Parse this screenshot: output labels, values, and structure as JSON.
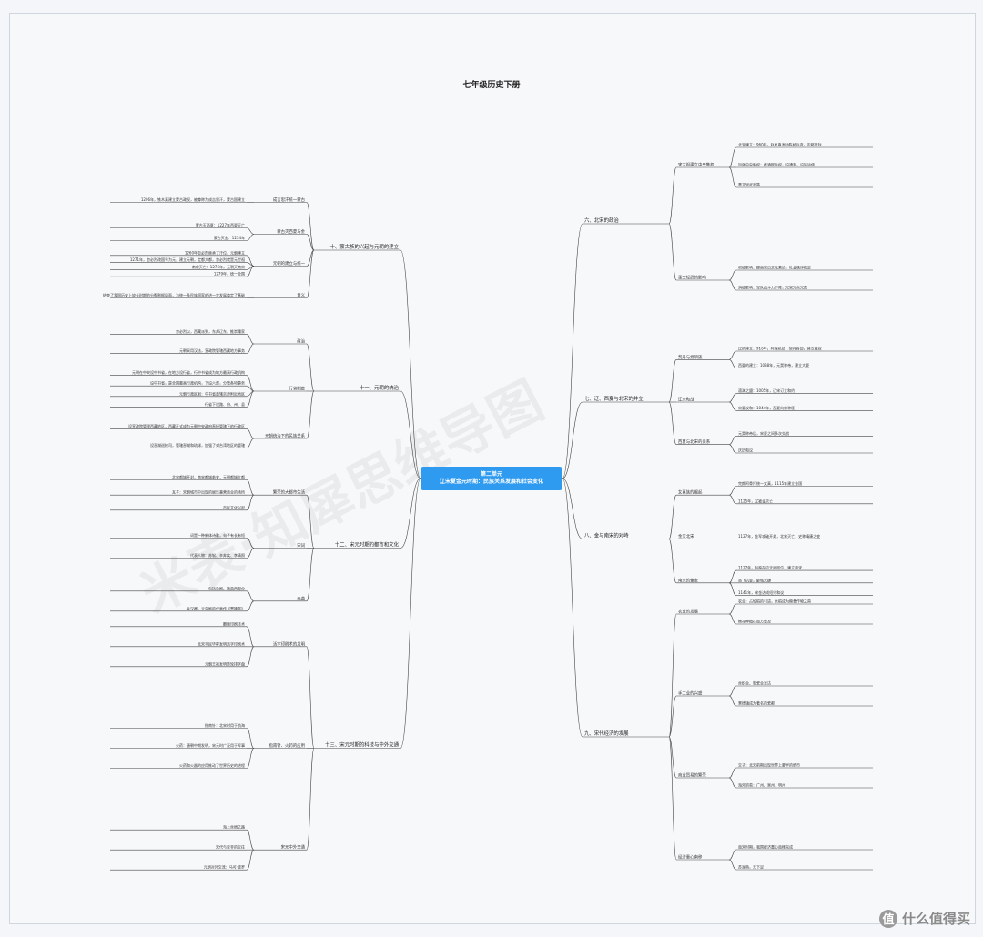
{
  "title": "七年级历史下册",
  "root": {
    "line1": "第二单元",
    "line2": "辽宋夏金元时期：民族关系发展和社会变化"
  },
  "watermark": "米表·知犀思维导图",
  "brand": {
    "logo": "值",
    "text": "什么值得买"
  },
  "left_sections": [
    {
      "label": "十、蒙古族的兴起与元朝的建立",
      "subs": [
        {
          "label": "成吉思汗统一蒙古",
          "items": [
            "1206年，铁木真建立蒙古政权，被尊称为成吉思汗，蒙古国建立"
          ]
        },
        {
          "label": "蒙古灭西夏与金",
          "items": [
            "蒙古灭西夏：1227年西夏灭亡",
            "蒙古灭金：1234年"
          ]
        },
        {
          "label": "元朝的建立与统一",
          "items": [
            "1260年忽必烈继承了汗位，元朝建立",
            "1271年，忽必烈改国号为元，建立元朝，定都大都，忽必烈就是元世祖",
            "南宋灭亡：1276年，元朝灭南宋",
            "1279年，统一全国"
          ]
        },
        {
          "label": "意义",
          "items": [
            "结束了我国历史上较长时期的分裂割据局面，为统一多民族国家的进一步发展奠定了基础"
          ]
        }
      ]
    },
    {
      "label": "十一、元朝的统治",
      "subs": [
        {
          "label": "政治",
          "items": [
            "忽必烈以，西藏派到，东邦辽东，推崇儒家",
            "元朝采用汉法，宣政院管辖西藏地方事务"
          ]
        },
        {
          "label": "行省制度",
          "items": [
            "元朝在中央设中书省，在地方设行省，行中书省成为地方最高行政机构",
            "设中书省，是全国最高行政机构，下设六部，分管各项事务",
            "元朝行政区划：中书省直辖京师附近地区",
            "行省下设路、府、州、县"
          ]
        },
        {
          "label": "元朝统治下的民族关系",
          "items": [
            "设宣政院管理西藏地区，西藏正式成为元朝中央政府直接管辖下的行政区",
            "设澎湖巡检司，管辖澎湖和琉球，加强了对台湾地区的管辖"
          ]
        }
      ]
    },
    {
      "label": "十二、宋元时期的都市和文化",
      "subs": [
        {
          "label": "繁荣的大都市生活",
          "items": [
            "北宋都城开封，南宋都城临安，元朝都城大都",
            "瓦子：宋朝城市中出现的娱乐兼营商业的场所",
            "市民文化兴起"
          ]
        },
        {
          "label": "宋词",
          "items": [
            "词是一种新体诗歌，句子有长有短",
            "代表人物：苏轼、辛弃疾、李清照"
          ]
        },
        {
          "label": "元曲",
          "items": [
            "包括杂剧、散曲两部分",
            "关汉卿，元杂剧的代表作《窦娥冤》"
          ]
        }
      ]
    },
    {
      "label": "十三、宋元时期的科技与中外交通",
      "subs": [
        {
          "label": "活字印刷术的发明",
          "items": [
            "雕版印刷技术",
            "北宋平民毕昇发明活字印刷术",
            "元朝王祯发明转轮排字盘"
          ]
        },
        {
          "label": "指南针、火药的应用",
          "items": [
            "指南针：北宋时用于航海",
            "火药：唐朝中期发明，宋元时广泛用于军事",
            "火药和火器的应用推动了世界历史的进程"
          ]
        },
        {
          "label": "宋元中外交通",
          "items": [
            "海上丝绸之路",
            "宋代与亚非的交往",
            "元朝对外交流：马可·波罗"
          ]
        }
      ]
    }
  ],
  "right_sections": [
    {
      "label": "六、北宋的政治",
      "subs": [
        {
          "label": "宋太祖建立中央集权",
          "items": [
            "北宋建立：960年，赵匡胤发动陈桥兵变，定都开封",
            "加强中央集权：杯酒释兵权，设通判，设转运使",
            "重文轻武政策"
          ]
        },
        {
          "label": "重文轻武的影响",
          "items": [
            "积极影响：提高官员文化素质，社会秩序稳定",
            "消极影响：军队战斗力下降，冗官冗兵冗费"
          ]
        }
      ]
    },
    {
      "label": "七、辽、西夏与北宋的并立",
      "subs": [
        {
          "label": "契丹与党项族",
          "items": [
            "辽的建立：916年，阿保机统一契丹各部，建立政权",
            "西夏的建立：1038年，元昊称帝，建立大夏"
          ]
        },
        {
          "label": "辽宋和战",
          "items": [
            "澶渊之盟：1005年，辽宋订立和约",
            "宋夏议和：1044年，西夏向宋称臣"
          ]
        },
        {
          "label": "西夏与北宋的关系",
          "items": [
            "元昊称帝后，宋夏之间多次交战",
            "庆历和议"
          ]
        }
      ]
    },
    {
      "label": "八、金与南宋的对峙",
      "subs": [
        {
          "label": "女真族的崛起",
          "items": [
            "完颜阿骨打统一女真，1115年建立金国",
            "1125年，辽被金灭亡"
          ]
        },
        {
          "label": "金灭北宋",
          "items": [
            "1127年，金军攻破开封，北宋灭亡，史称靖康之变"
          ]
        },
        {
          "label": "南宋的偏安",
          "items": [
            "1127年，赵构在应天府即位，建立南宋",
            "岳飞抗金，郾城大捷",
            "1141年，宋金达成绍兴和议"
          ]
        }
      ]
    },
    {
      "label": "九、宋代经济的发展",
      "subs": [
        {
          "label": "农业的发展",
          "items": [
            "农业：占城稻的引进，水稻成为粮食作物之首",
            "棉花种植在南方普及"
          ]
        },
        {
          "label": "手工业的兴盛",
          "items": [
            "丝织业、制瓷业发达",
            "景德镇成为著名的瓷都"
          ]
        },
        {
          "label": "商业贸易的繁荣",
          "items": [
            "交子：北宋前期出现世界上最早的纸币",
            "海外贸易：广州、泉州、明州"
          ]
        },
        {
          "label": "经济重心南移",
          "items": [
            "南宋时期，我国经济重心南移完成",
            "苏湖熟，天下足"
          ]
        }
      ]
    }
  ]
}
